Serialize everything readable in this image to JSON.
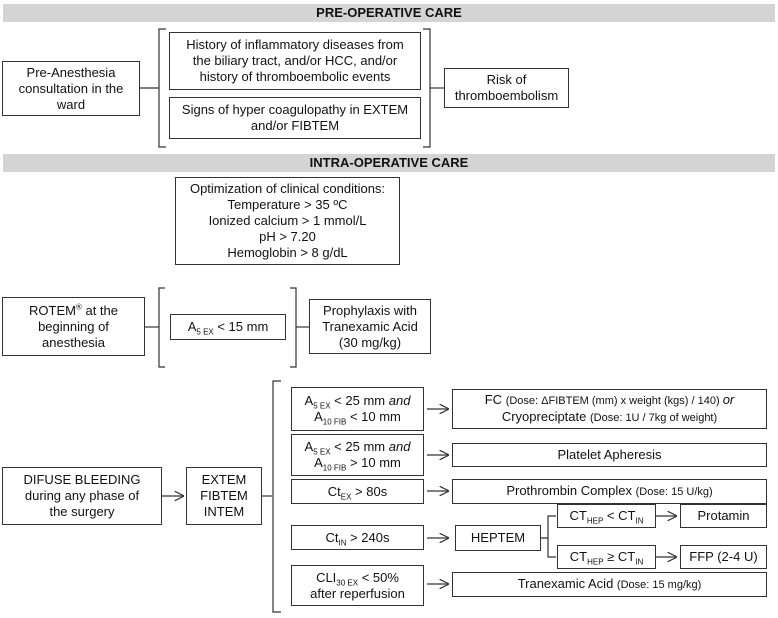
{
  "banners": {
    "pre": "PRE-OPERATIVE CARE",
    "intra": "INTRA-OPERATIVE CARE"
  },
  "pre_op": {
    "consultation": [
      "Pre-Anesthesia",
      "consultation in the",
      "ward"
    ],
    "history": [
      "History of inflammatory diseases from",
      "the biliary tract, and/or HCC, and/or",
      "history of thromboembolic events"
    ],
    "hypercoag": [
      "Signs of hyper coagulopathy in EXTEM",
      "and/or FIBTEM"
    ],
    "risk": [
      "Risk of",
      "thromboembolism"
    ]
  },
  "optimization": {
    "title": "Optimization of clinical conditions:",
    "temperature": "Temperature > 35 ºC",
    "calcium": "Ionized calcium > 1 mmol/L",
    "ph": "pH > 7.20",
    "hemoglobin": "Hemoglobin > 8 g/dL"
  },
  "rotem": {
    "label_main": "ROTEM",
    "label_sup": "®",
    "label_rest1": " at the",
    "label_line2": "beginning of",
    "label_line3": "anesthesia",
    "a5_main": "A",
    "a5_sub": "5 EX",
    "a5_rest": " < 15 mm",
    "prophylaxis": [
      "Prophylaxis with",
      "Tranexamic Acid",
      "(30 mg/kg)"
    ]
  },
  "bleeding": {
    "label": [
      "DIFUSE BLEEDING",
      "during any phase of",
      "the surgery"
    ],
    "tests": [
      "EXTEM",
      "FIBTEM",
      "INTEM"
    ]
  },
  "conditions": {
    "c1": {
      "a": "A",
      "a_sub": "5 EX",
      "a_rest": " < 25 mm ",
      "and": "and",
      "b": "A",
      "b_sub": "10 FIB",
      "b_rest": " < 10 mm"
    },
    "c2": {
      "a": "A",
      "a_sub": "5 EX",
      "a_rest": " < 25 mm ",
      "and": "and",
      "b": "A",
      "b_sub": "10 FIB",
      "b_rest": " > 10 mm"
    },
    "c3": {
      "a": "Ct",
      "a_sub": "EX",
      "a_rest": " > 80s"
    },
    "c4": {
      "a": "Ct",
      "a_sub": "IN",
      "a_rest": " > 240s"
    },
    "c5": {
      "a": "CLI",
      "a_sub": "30 EX",
      "a_rest": " < 50%",
      "line2": "after reperfusion"
    }
  },
  "treatments": {
    "fc": {
      "main": "FC ",
      "dose": "(Dose: ΔFIBTEM (mm) x weight (kgs) / 140) ",
      "or": "or",
      "line2_main": "Cryopreciptate ",
      "line2_dose": "(Dose: 1U / 7kg of weight)"
    },
    "platelet": "Platelet Apheresis",
    "prothrombin": {
      "main": "Prothrombin Complex ",
      "dose": "(Dose: 15 U/kg)"
    },
    "heptem": "HEPTEM",
    "hep1": {
      "a": "CT",
      "a_sub": "HEP",
      "op": " < ",
      "b": "CT",
      "b_sub": "IN"
    },
    "hep2": {
      "a": "CT",
      "a_sub": "HEP",
      "op": " ≥ ",
      "b": "CT",
      "b_sub": "IN"
    },
    "protamin": "Protamin",
    "ffp": "FFP (2-4 U)",
    "tranexamic": {
      "main": "Tranexamic Acid ",
      "dose": "(Dose: 15 mg/kg)"
    }
  }
}
